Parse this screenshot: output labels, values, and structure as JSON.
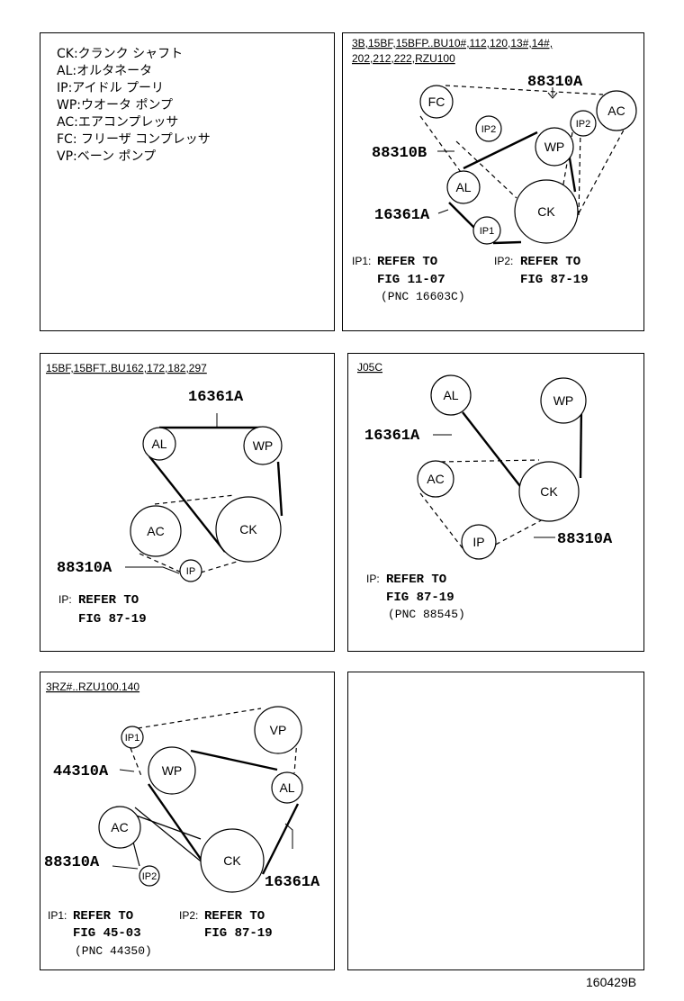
{
  "legend": {
    "items": [
      "CK:クランク シャフト",
      "AL:オルタネータ",
      "IP:アイドル プーリ",
      "WP:ウオータ ポンプ",
      "AC:エアコンプレッサ",
      "FC: フリーザ コンプレッサ",
      "VP:ベーン ポンプ"
    ]
  },
  "panel_tr": {
    "heading_line1": "3B,15BF,15BFP..BU10#,112,120,13#,14#,",
    "heading_line2": "202,212,222,RZU100",
    "parts": {
      "p88310A": "88310A",
      "p88310B": "88310B",
      "p16361A": "16361A"
    },
    "circles": {
      "fc": "FC",
      "ip2a": "IP2",
      "ip2b": "IP2",
      "ac": "AC",
      "wp": "WP",
      "al": "AL",
      "ck": "CK",
      "ip1": "IP1"
    },
    "note1_tag": "IP1:",
    "note1_refer": "REFER TO",
    "note1_fig": "FIG 11-07",
    "note1_pnc": "(PNC 16603C)",
    "note2_tag": "IP2:",
    "note2_refer": "REFER TO",
    "note2_fig": "FIG 87-19"
  },
  "panel_ml": {
    "heading": "15BF,15BFT..BU162,172,182,297",
    "parts": {
      "p16361A": "16361A",
      "p88310A": "88310A"
    },
    "circles": {
      "al": "AL",
      "wp": "WP",
      "ac": "AC",
      "ck": "CK",
      "ip": "IP"
    },
    "note_tag": "IP:",
    "note_refer": "REFER TO",
    "note_fig": "FIG 87-19"
  },
  "panel_mr": {
    "heading": "J05C",
    "parts": {
      "p16361A": "16361A",
      "p88310A": "88310A"
    },
    "circles": {
      "al": "AL",
      "wp": "WP",
      "ac": "AC",
      "ck": "CK",
      "ip": "IP"
    },
    "note_tag": "IP:",
    "note_refer": "REFER TO",
    "note_fig": "FIG 87-19",
    "note_pnc": "(PNC 88545)"
  },
  "panel_bl": {
    "heading": "3RZ#..RZU100.140",
    "parts": {
      "p44310A": "44310A",
      "p88310A": "88310A",
      "p16361A": "16361A"
    },
    "circles": {
      "ip1": "IP1",
      "vp": "VP",
      "wp": "WP",
      "al": "AL",
      "ac": "AC",
      "ck": "CK",
      "ip2": "IP2"
    },
    "note1_tag": "IP1:",
    "note1_refer": "REFER TO",
    "note1_fig": "FIG 45-03",
    "note1_pnc": "(PNC 44350)",
    "note2_tag": "IP2:",
    "note2_refer": "REFER TO",
    "note2_fig": "FIG 87-19"
  },
  "footer": {
    "code": "160429B"
  }
}
